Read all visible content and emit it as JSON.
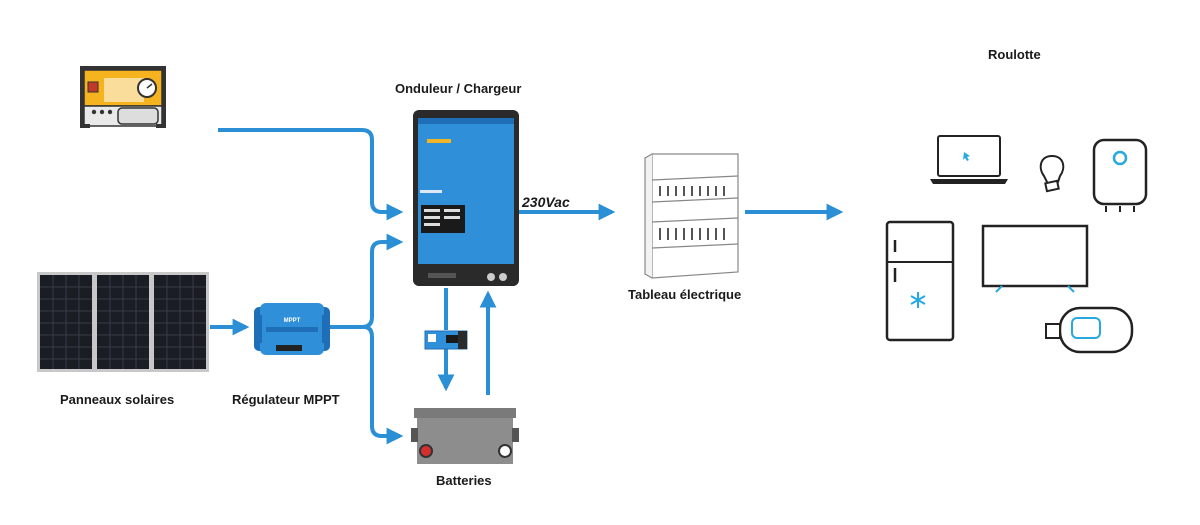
{
  "labels": {
    "inverter": "Onduleur / Chargeur",
    "solar_panels": "Panneaux solaires",
    "mppt_regulator": "Régulateur MPPT",
    "batteries": "Batteries",
    "electrical_panel": "Tableau électrique",
    "caravan": "Roulotte",
    "ac_voltage": "230Vac",
    "mppt_badge": "MPPT"
  },
  "colors": {
    "arrow": "#2b8fd6",
    "victron_blue": "#2f8fd8",
    "icon_blue": "#27a8e0",
    "generator_yellow": "#f4b31f",
    "dark": "#2a2a2a"
  },
  "icons": [
    "generator-icon",
    "solar-panel-icon",
    "mppt-controller-icon",
    "inverter-charger-icon",
    "battery-icon",
    "battery-monitor-icon",
    "electrical-panel-icon",
    "laptop-icon",
    "light-bulb-icon",
    "water-heater-icon",
    "fridge-icon",
    "tv-icon",
    "gas-heater-icon"
  ]
}
